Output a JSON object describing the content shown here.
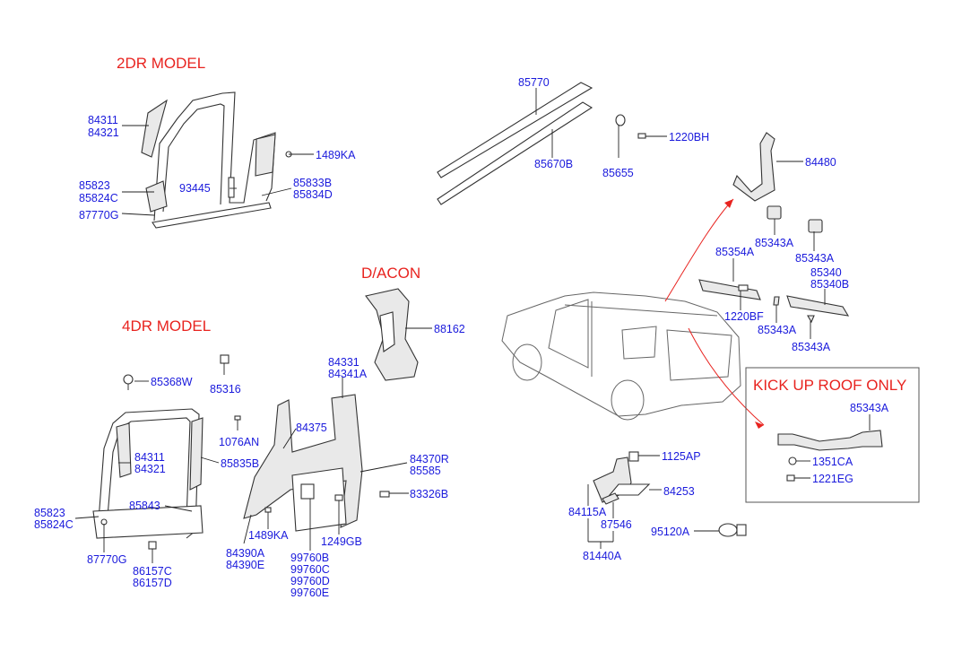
{
  "sections": {
    "two_door": "2DR MODEL",
    "four_door": "4DR MODEL",
    "dacon": "D/ACON",
    "kick_up": "KICK UP ROOF ONLY"
  },
  "colors": {
    "section_text": "#e8231f",
    "part_number_text": "#1a1adc",
    "line_art": "#333333"
  },
  "parts": {
    "p84311_a": "84311",
    "p84321_a": "84321",
    "p1489KA_a": "1489KA",
    "p85823_a": "85823",
    "p85824C_a": "85824C",
    "p93445": "93445",
    "p85833B": "85833B",
    "p85834D": "85834D",
    "p87770G_a": "87770G",
    "p85770": "85770",
    "p85670B": "85670B",
    "p85655": "85655",
    "p1220BH": "1220BH",
    "p84480": "84480",
    "p85343A_1": "85343A",
    "p85343A_2": "85343A",
    "p85354A": "85354A",
    "p85340": "85340",
    "p85340B": "85340B",
    "p1220BF": "1220BF",
    "p85343A_3": "85343A",
    "p85343A_4": "85343A",
    "p88162": "88162",
    "p85368W": "85368W",
    "p85316": "85316",
    "p84331": "84331",
    "p84341A": "84341A",
    "p1076AN": "1076AN",
    "p84311_b": "84311",
    "p84321_b": "84321",
    "p85835B": "85835B",
    "p84375": "84375",
    "p84370R": "84370R",
    "p85585": "85585",
    "p85843": "85843",
    "p83326B": "83326B",
    "p85823_b": "85823",
    "p85824C_b": "85824C",
    "p1489KA_b": "1489KA",
    "p1249GB": "1249GB",
    "p87770G_b": "87770G",
    "p84390A": "84390A",
    "p84390E": "84390E",
    "p86157C": "86157C",
    "p86157D": "86157D",
    "p99760B": "99760B",
    "p99760C": "99760C",
    "p99760D": "99760D",
    "p99760E": "99760E",
    "p85343A_5": "85343A",
    "p1351CA": "1351CA",
    "p1221EG": "1221EG",
    "p1125AP": "1125AP",
    "p84253": "84253",
    "p84115A": "84115A",
    "p87546": "87546",
    "p95120A": "95120A",
    "p81440A": "81440A"
  }
}
